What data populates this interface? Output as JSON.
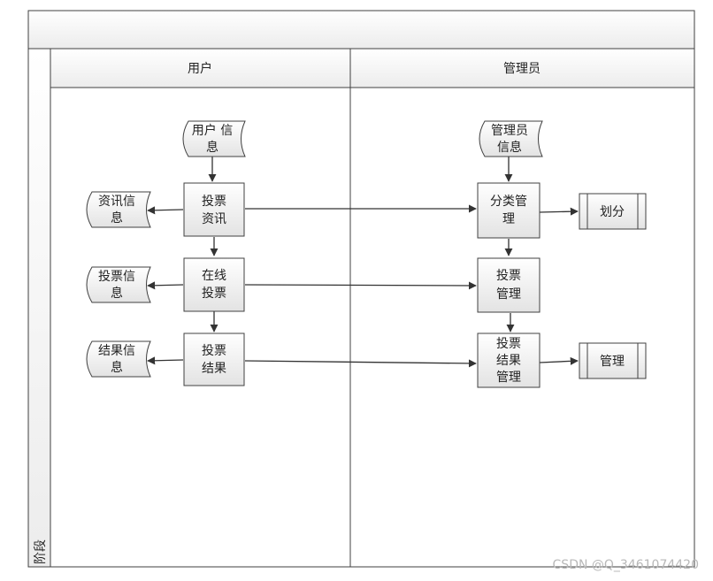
{
  "diagram": {
    "lanes": [
      {
        "name": "用户"
      },
      {
        "name": "管理员"
      }
    ],
    "phase_label": "阶段",
    "nodes": {
      "user_info": [
        "用户 信",
        "息"
      ],
      "news_info": [
        "资讯信",
        "息"
      ],
      "vote_news": [
        "投票",
        "资讯"
      ],
      "vote_info": [
        "投票信",
        "息"
      ],
      "online_vote": [
        "在线",
        "投票"
      ],
      "result_info": [
        "结果信",
        "息"
      ],
      "vote_result": [
        "投票",
        "结果"
      ],
      "admin_info": [
        "管理员",
        "信息"
      ],
      "category_mgmt": [
        "分类管",
        "理"
      ],
      "divide": [
        "划分"
      ],
      "vote_mgmt": [
        "投票",
        "管理"
      ],
      "vote_result_mgmt": [
        "投票",
        "结果",
        "管理"
      ],
      "manage": [
        "管理"
      ]
    },
    "colors": {
      "border": "#404040",
      "process_fill_top": "#ffffff",
      "process_fill_bottom": "#e6e6e6",
      "arrow": "#333333"
    }
  },
  "watermark": "CSDN @Q_3461074420"
}
